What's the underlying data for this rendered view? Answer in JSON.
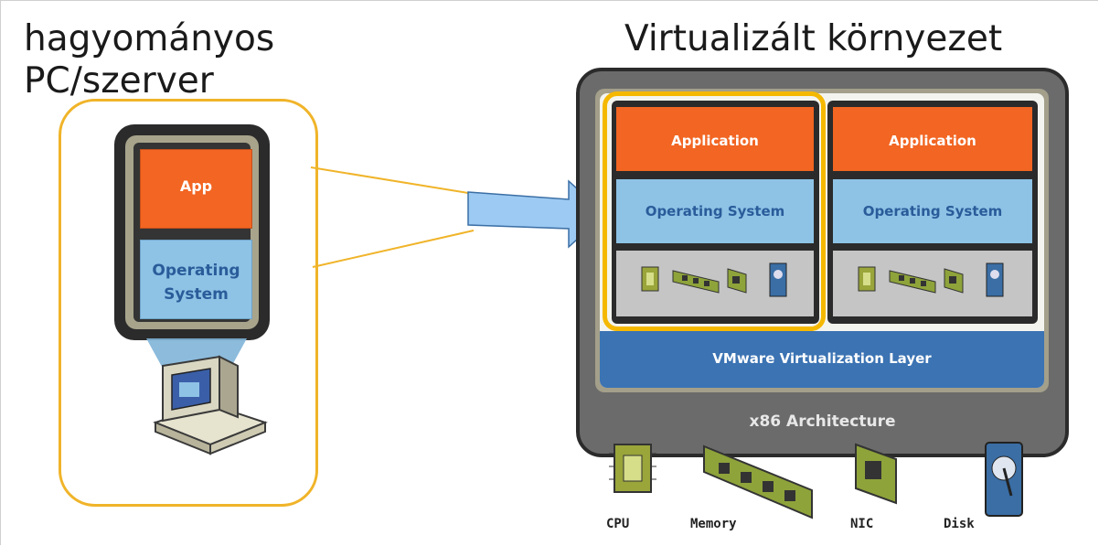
{
  "left_title_line1": "hagyományos",
  "left_title_line2": "PC/szerver",
  "right_title": "Virtualizált környezet",
  "left_stack": {
    "app_label": "App",
    "os_label_line1": "Operating",
    "os_label_line2": "System"
  },
  "vms": [
    {
      "app_label": "Application",
      "os_label": "Operating System"
    },
    {
      "app_label": "Application",
      "os_label": "Operating System"
    }
  ],
  "virtualization_layer": "VMware Virtualization Layer",
  "architecture": "x86 Architecture",
  "hardware": {
    "cpu": "CPU",
    "memory": "Memory",
    "nic": "NIC",
    "disk": "Disk"
  },
  "colors": {
    "app": "#f26522",
    "os": "#8ec3e6",
    "highlight": "#f5b800",
    "layer": "#3b73b3",
    "arrow": "#8ec3f0"
  },
  "icons": [
    "cpu-chip-icon",
    "memory-module-icon",
    "nic-card-icon",
    "disk-drive-icon",
    "computer-icon"
  ]
}
